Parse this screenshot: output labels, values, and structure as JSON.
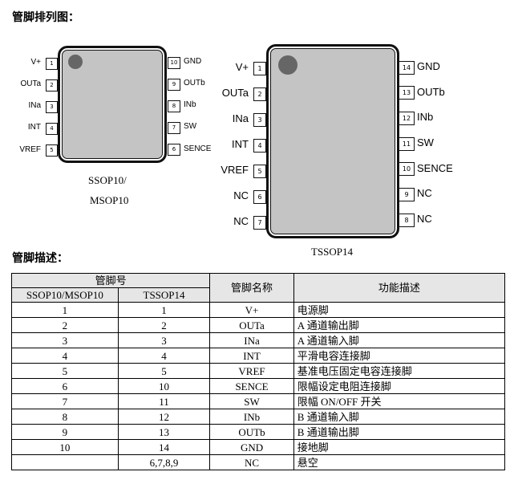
{
  "headings": {
    "pin_diagram": "管脚排列图：",
    "pin_description": "管脚描述："
  },
  "ssop": {
    "caption_line1": "SSOP10/",
    "caption_line2": "MSOP10",
    "left_pins": [
      {
        "num": "1",
        "name": "V+"
      },
      {
        "num": "2",
        "name": "OUTa"
      },
      {
        "num": "3",
        "name": "INa"
      },
      {
        "num": "4",
        "name": "INT"
      },
      {
        "num": "5",
        "name": "VREF"
      }
    ],
    "right_pins": [
      {
        "num": "10",
        "name": "GND"
      },
      {
        "num": "9",
        "name": "OUTb"
      },
      {
        "num": "8",
        "name": "INb"
      },
      {
        "num": "7",
        "name": "SW"
      },
      {
        "num": "6",
        "name": "SENCE"
      }
    ]
  },
  "tssop": {
    "caption": "TSSOP14",
    "left_pins": [
      {
        "num": "1",
        "name": "V+"
      },
      {
        "num": "2",
        "name": "OUTa"
      },
      {
        "num": "3",
        "name": "INa"
      },
      {
        "num": "4",
        "name": "INT"
      },
      {
        "num": "5",
        "name": "VREF"
      },
      {
        "num": "6",
        "name": "NC"
      },
      {
        "num": "7",
        "name": "NC"
      }
    ],
    "right_pins": [
      {
        "num": "14",
        "name": "GND"
      },
      {
        "num": "13",
        "name": "OUTb"
      },
      {
        "num": "12",
        "name": "INb"
      },
      {
        "num": "11",
        "name": "SW"
      },
      {
        "num": "10",
        "name": "SENCE"
      },
      {
        "num": "9",
        "name": "NC"
      },
      {
        "num": "8",
        "name": "NC"
      }
    ]
  },
  "table": {
    "group_header": "管脚号",
    "col_ssop": "SSOP10/MSOP10",
    "col_tssop": "TSSOP14",
    "col_name": "管脚名称",
    "col_func": "功能描述",
    "rows": [
      {
        "ssop": "1",
        "tssop": "1",
        "name": "V+",
        "func": "电源脚"
      },
      {
        "ssop": "2",
        "tssop": "2",
        "name": "OUTa",
        "func": "A 通道输出脚"
      },
      {
        "ssop": "3",
        "tssop": "3",
        "name": "INa",
        "func": "A 通道输入脚"
      },
      {
        "ssop": "4",
        "tssop": "4",
        "name": "INT",
        "func": "平滑电容连接脚"
      },
      {
        "ssop": "5",
        "tssop": "5",
        "name": "VREF",
        "func": "基准电压固定电容连接脚"
      },
      {
        "ssop": "6",
        "tssop": "10",
        "name": "SENCE",
        "func": "限幅设定电阻连接脚"
      },
      {
        "ssop": "7",
        "tssop": "11",
        "name": "SW",
        "func": "限幅 ON/OFF 开关"
      },
      {
        "ssop": "8",
        "tssop": "12",
        "name": "INb",
        "func": "B 通道输入脚"
      },
      {
        "ssop": "9",
        "tssop": "13",
        "name": "OUTb",
        "func": "B 通道输出脚"
      },
      {
        "ssop": "10",
        "tssop": "14",
        "name": "GND",
        "func": "接地脚"
      },
      {
        "ssop": "",
        "tssop": "6,7,8,9",
        "name": "NC",
        "func": "悬空"
      }
    ]
  }
}
